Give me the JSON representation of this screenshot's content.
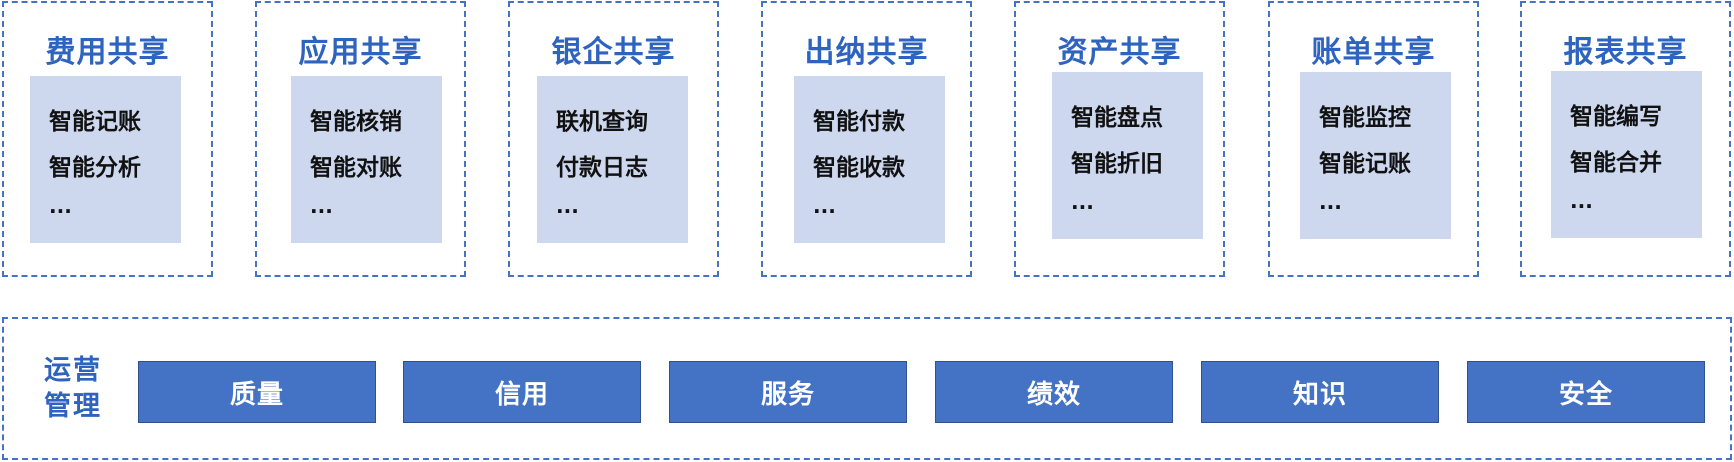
{
  "modules": [
    {
      "title": "费用共享",
      "lines": [
        "智能记账",
        "智能分析"
      ],
      "more": "..."
    },
    {
      "title": "应用共享",
      "lines": [
        "智能核销",
        "智能对账"
      ],
      "more": "..."
    },
    {
      "title": "银企共享",
      "lines": [
        "联机查询",
        "付款日志"
      ],
      "more": "..."
    },
    {
      "title": "出纳共享",
      "lines": [
        "智能付款",
        "智能收款"
      ],
      "more": "..."
    },
    {
      "title": "资产共享",
      "lines": [
        "智能盘点",
        "智能折旧"
      ],
      "more": "..."
    },
    {
      "title": "账单共享",
      "lines": [
        "智能监控",
        "智能记账"
      ],
      "more": "..."
    },
    {
      "title": "报表共享",
      "lines": [
        "智能编写",
        "智能合并"
      ],
      "more": "..."
    }
  ],
  "operations": {
    "label_line1": "运营",
    "label_line2": "管理",
    "items": [
      "质量",
      "信用",
      "服务",
      "绩效",
      "知识",
      "安全"
    ]
  },
  "colors": {
    "frame_border": "#4472c4",
    "title_text": "#2e64c0",
    "module_body": "#cdd8ef",
    "ops_box": "#4472c4"
  }
}
